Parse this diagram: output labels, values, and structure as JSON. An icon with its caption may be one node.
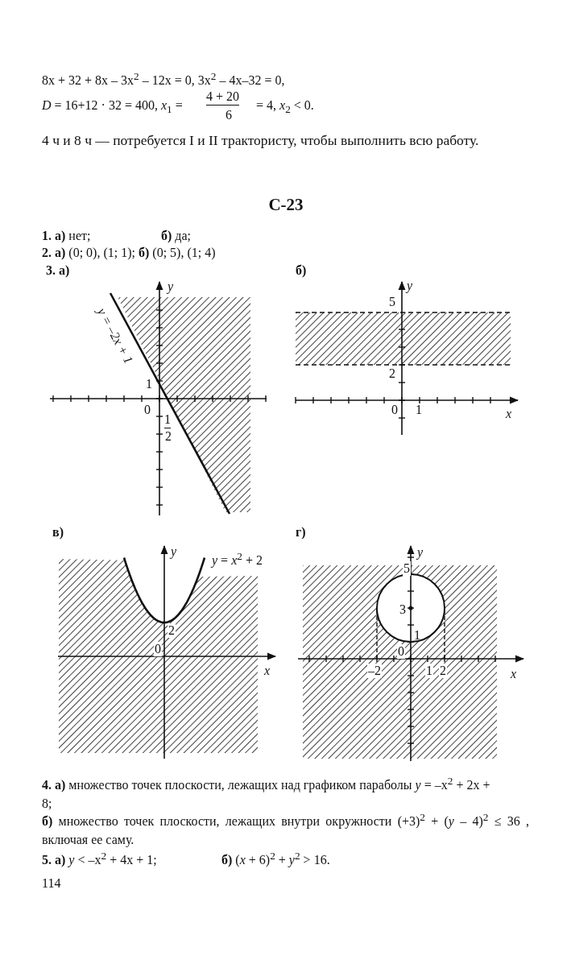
{
  "diagram": {
    "title": "С-23",
    "labels": [
      "8x + 32 + 8x – 3x$^{2}$ – 12x = 0, 3x$^{2}$ – 4x–32 = 0,",
      "*D* = 16+12 · 32 = 400, *x*$_{1}$ =",
      "4 + 20",
      "6",
      "= 4, *x*$_{2}$ < 0.",
      "4 ч и 8 ч — потребуется I и II трактористу, чтобы выполнить всю работу.",
      "**1. а)** нет;",
      "**б)** да;",
      "**2. а)** (0; 0), (1; 1); **б)** (0; 5), (1; 4)",
      "3. а)",
      "y",
      "y = –2x + 1",
      "1",
      "0",
      "1",
      "2",
      "б)",
      "y",
      "5",
      "2",
      "0",
      "1",
      "x",
      "в)",
      "y",
      "*y* = *x*$^{2}$ + 2",
      "2",
      "0",
      "x",
      "г)",
      "y",
      "5",
      "3",
      "1",
      "0",
      "–2",
      "1",
      "2",
      "x",
      "**4. а)** множество точек плоскости, лежащих над графиком параболы *y* = –x$^{2}$ + 2x + 8;",
      "**б)** множество точек плоскости, лежащих внутри окружности (+3)$^{2}$ + (*y* – 4)$^{2}$ ≤ 36 , включая ее саму.",
      "**5. а)** *y* < –x$^{2}$ + 4x + 1;",
      "**б)** (*x* + 6)$^{2}$ + *y*$^{2}$ > 16.",
      "114"
    ]
  }
}
